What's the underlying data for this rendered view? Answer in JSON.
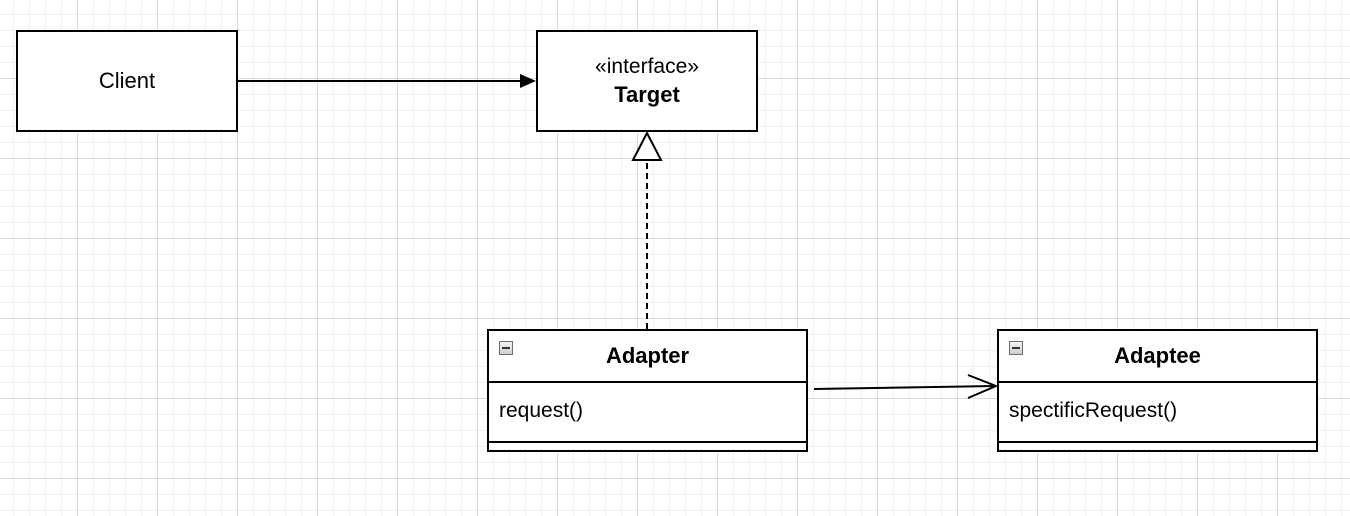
{
  "client": {
    "name": "Client"
  },
  "target": {
    "stereotype": "«interface»",
    "name": "Target"
  },
  "adapter": {
    "name": "Adapter",
    "method": "request()"
  },
  "adaptee": {
    "name": "Adaptee",
    "method": "spectificRequest()"
  },
  "relations": [
    {
      "from": "Client",
      "to": "Target",
      "kind": "association"
    },
    {
      "from": "Adapter",
      "to": "Target",
      "kind": "realization"
    },
    {
      "from": "Adapter",
      "to": "Adaptee",
      "kind": "association"
    }
  ]
}
